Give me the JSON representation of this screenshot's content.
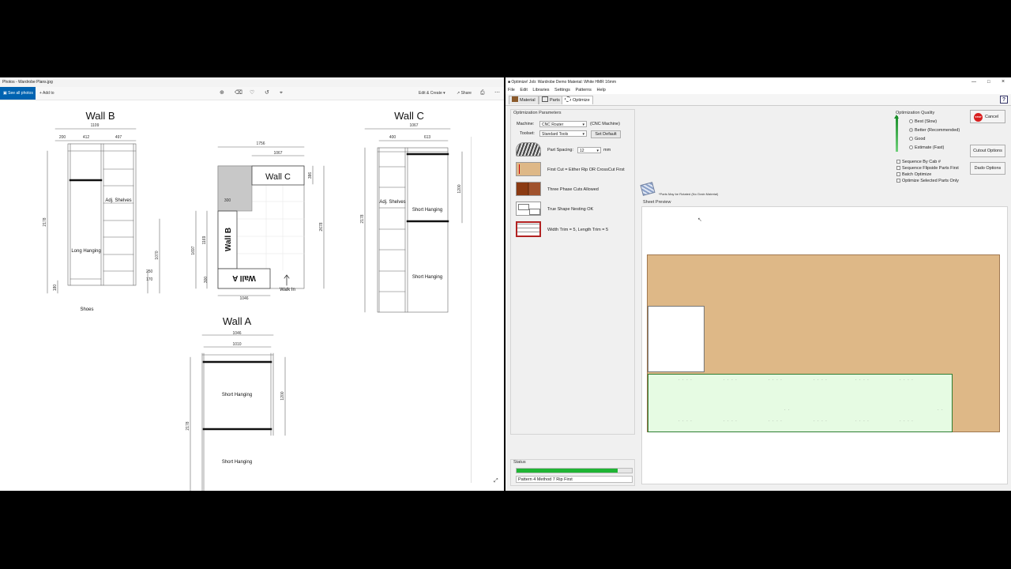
{
  "photos": {
    "title": "Photos - Wardrobe Plans.jpg",
    "see_all": "See all photos",
    "add_to": "Add to",
    "edit_create": "Edit & Create",
    "share": "Share"
  },
  "plan": {
    "wall_b": {
      "title": "Wall B",
      "dims": [
        "1109",
        "200",
        "412",
        "497",
        "2178",
        "1070",
        "180",
        "250",
        "170"
      ],
      "labels": [
        "Adj. Shelves",
        "Long Hanging",
        "Shoes"
      ]
    },
    "floor": {
      "dims": [
        "1756",
        "1067",
        "386",
        "300",
        "1169",
        "1697",
        "2678",
        "300",
        "1046"
      ],
      "labels": [
        "Wall C",
        "Wall B",
        "Wall A",
        "Walk In"
      ]
    },
    "wall_c": {
      "title": "Wall C",
      "dims": [
        "1067",
        "400",
        "613",
        "2178",
        "1200"
      ],
      "labels": [
        "Adj. Shelves",
        "Short Hanging",
        "Short Hanging"
      ]
    },
    "wall_a": {
      "title": "Wall A",
      "dims": [
        "1046",
        "1010",
        "1200",
        "2178"
      ],
      "labels": [
        "Short Hanging",
        "Short Hanging"
      ]
    }
  },
  "optimizer": {
    "title": "Optimize!  Job: Wardrobe Demo  Material: White HMR 16mm",
    "menu": [
      "File",
      "Edit",
      "Libraries",
      "Settings",
      "Patterns",
      "Help"
    ],
    "tabs": [
      {
        "label": "Material",
        "active": false
      },
      {
        "label": "Parts",
        "active": false
      },
      {
        "label": "Optimize",
        "active": true
      }
    ],
    "params": {
      "title": "Optimization Parameters",
      "machine_label": "Machine:",
      "machine_value": "CNC Router",
      "machine_note": "(CNC Machine)",
      "toolset_label": "Toolset:",
      "toolset_value": "Standard Tools",
      "set_default": "Set Default",
      "part_spacing_label": "Part Spacing:",
      "part_spacing_value": "12",
      "part_spacing_unit": "mm",
      "options": [
        "First Cut = Either Rip OR CrossCut First",
        "Three Phase Cuts Allowed",
        "True Shape Nesting OK",
        "Width Trim = 5, Length Trim = 5"
      ]
    },
    "quality": {
      "title": "Optimization Quality",
      "options": [
        "Best (Slow)",
        "Better (Recommended)",
        "Good",
        "Estimate (Fast)"
      ],
      "selected_index": 1
    },
    "checkboxes": [
      "Sequence By Cab #",
      "Sequence Flipside Parts First",
      "Batch Optimize",
      "Optimize Selected Parts Only"
    ],
    "buttons": {
      "cancel": "Cancel",
      "stop": "STOP",
      "cutout": "Cutout Options",
      "dado": "Dado Options"
    },
    "rotate_note": "*Parts May be Rotated (No Grain Material)",
    "sheet_preview": "Sheet Preview",
    "status": {
      "title": "Status",
      "progress": 0.88,
      "text": "Pattern 4 Method 7 Rip First"
    },
    "colors": {
      "sheet": "#deb887",
      "part": "#e6fbe3",
      "progress": "#1fb434"
    }
  }
}
